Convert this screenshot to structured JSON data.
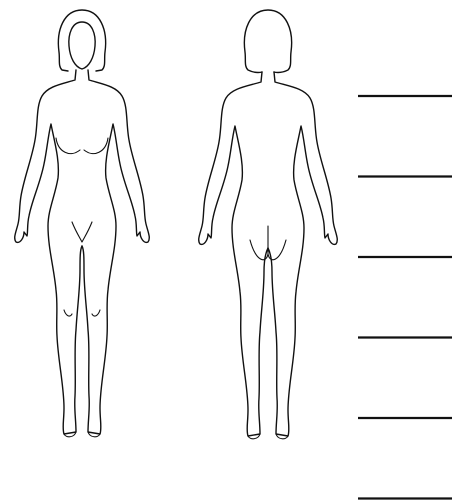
{
  "diagram": {
    "figures": [
      {
        "id": "front",
        "view": "front"
      },
      {
        "id": "back",
        "view": "back"
      }
    ],
    "label_lines": [
      {
        "id": 1
      },
      {
        "id": 2
      },
      {
        "id": 3
      },
      {
        "id": 4
      },
      {
        "id": 5
      },
      {
        "id": 6
      }
    ],
    "colors": {
      "stroke": "#111111",
      "background": "#ffffff"
    }
  }
}
